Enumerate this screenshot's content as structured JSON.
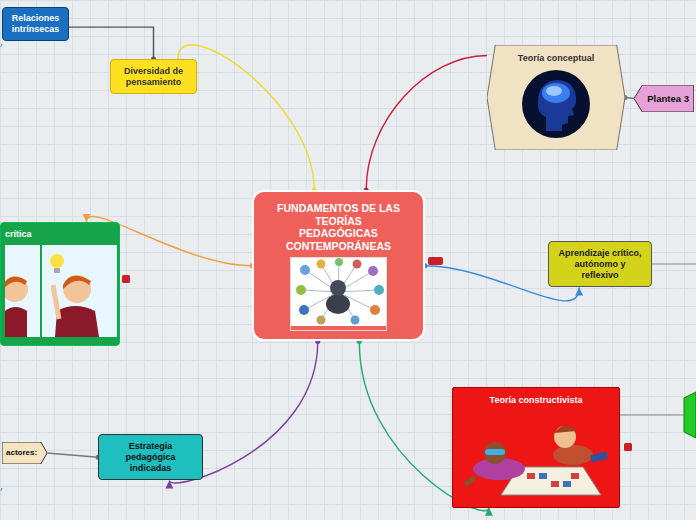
{
  "diagram": {
    "nodes": [
      {
        "text": [
          "FUNDAMENTOS DE LAS TEORÍAS PEDAGÓGICAS CONTEMPORÁNEAS"
        ]
      },
      {
        "text": [
          "Teoría conceptual"
        ]
      },
      {
        "text": [
          "Plantea 3"
        ]
      },
      {
        "text": [
          "Aprendizaje crítico, autónomo y reflexivo"
        ]
      },
      {
        "text": [
          "Teoría constructivista"
        ]
      },
      {
        "text": [
          "Estrategia pedagógica indicadas"
        ]
      },
      {
        "text": [
          "actores:"
        ]
      },
      {
        "text": [
          "crítica"
        ]
      },
      {
        "text": [
          "Diversidad de pensamiento"
        ]
      },
      {
        "text": [
          "Relaciones intrínsecas"
        ]
      }
    ],
    "edges": [
      {
        "from": 0,
        "to": 1,
        "arrow": "none"
      },
      {
        "from": 1,
        "to": 2,
        "arrow": "none"
      },
      {
        "from": 0,
        "to": 3,
        "arrow": "to"
      },
      {
        "from": 0,
        "to": 4,
        "arrow": "to"
      },
      {
        "from": 0,
        "to": 5,
        "arrow": "to"
      },
      {
        "from": 5,
        "to": 6,
        "arrow": "none"
      },
      {
        "from": 0,
        "to": 7,
        "arrow": "to"
      },
      {
        "from": 0,
        "to": 8,
        "arrow": "none"
      },
      {
        "from": 8,
        "to": 9,
        "arrow": "none"
      }
    ]
  }
}
